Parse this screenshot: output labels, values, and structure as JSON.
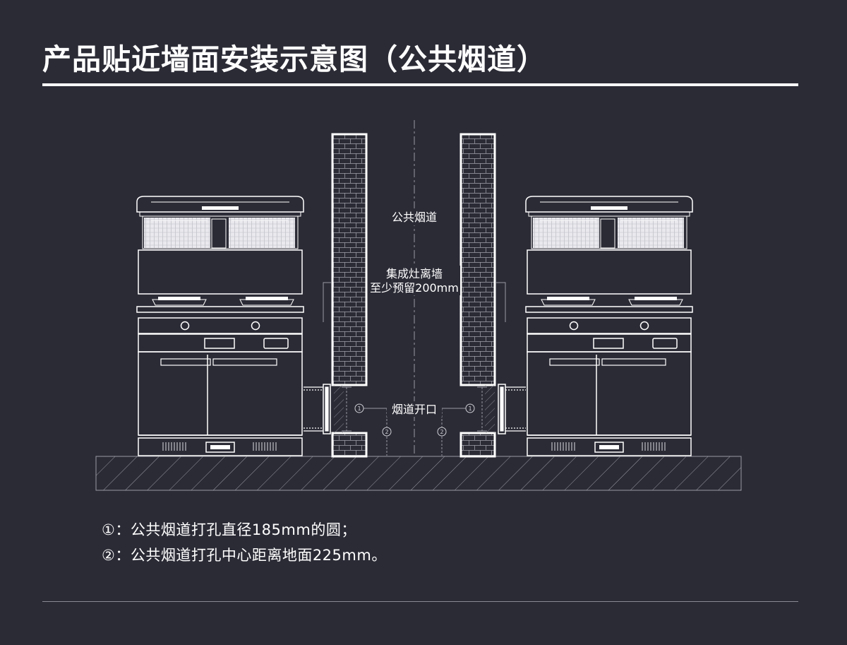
{
  "title": "产品贴近墙面安装示意图（公共烟道）",
  "labels": {
    "flue": "公共烟道",
    "clearance_line1": "集成灶离墙",
    "clearance_line2": "至少预留200mm",
    "opening": "烟道开口",
    "marker1": "1",
    "marker2": "2"
  },
  "notes": [
    "①：公共烟道打孔直径185mm的圆；",
    "②：公共烟道打孔中心距离地面225mm。"
  ],
  "colors": {
    "background": "#2b2b36",
    "line": "#ffffff",
    "hatch": "#9a9aa4"
  }
}
